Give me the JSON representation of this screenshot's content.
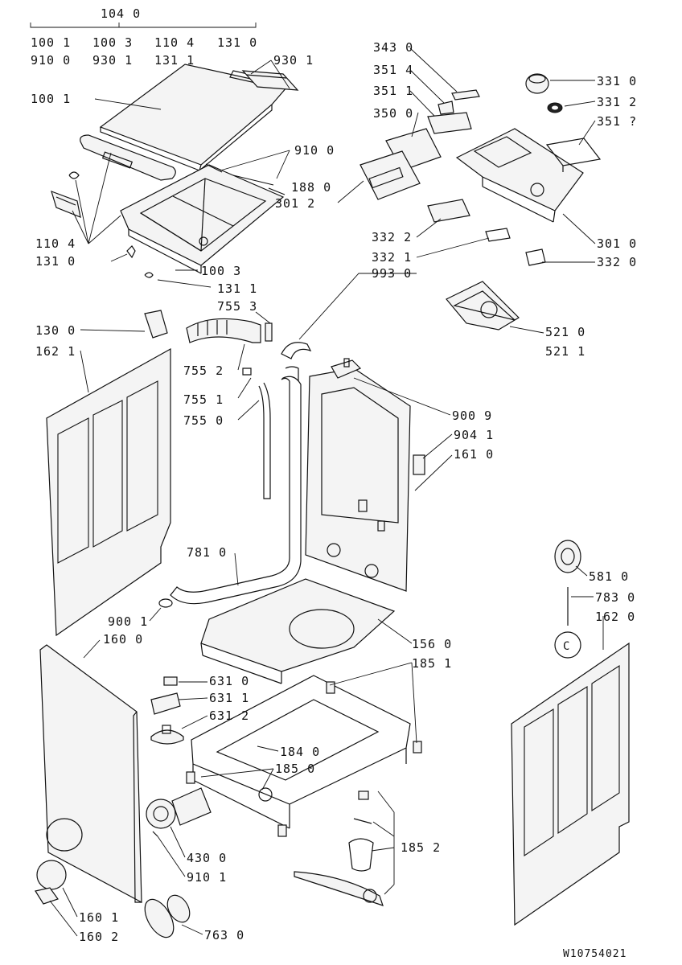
{
  "labels": [
    {
      "id": "l1040",
      "text": "104 0"
    },
    {
      "id": "l1001a",
      "text": "100 1"
    },
    {
      "id": "l1003a",
      "text": "100 3"
    },
    {
      "id": "l1104a",
      "text": "110 4"
    },
    {
      "id": "l1310a",
      "text": "131 0"
    },
    {
      "id": "l9100a",
      "text": "910 0"
    },
    {
      "id": "l9301a",
      "text": "930 1"
    },
    {
      "id": "l1311a",
      "text": "131 1"
    },
    {
      "id": "l9301b",
      "text": "930 1"
    },
    {
      "id": "l1001b",
      "text": "100 1"
    },
    {
      "id": "l9100b",
      "text": "910 0"
    },
    {
      "id": "l1880",
      "text": "188 0"
    },
    {
      "id": "l3012a",
      "text": "301 2"
    },
    {
      "id": "l1104b",
      "text": "110 4"
    },
    {
      "id": "l1310b",
      "text": "131 0"
    },
    {
      "id": "l1003b",
      "text": "100 3"
    },
    {
      "id": "l1311b",
      "text": "131 1"
    },
    {
      "id": "l7553",
      "text": "755 3"
    },
    {
      "id": "l3430",
      "text": "343 0"
    },
    {
      "id": "l3514",
      "text": "351 4"
    },
    {
      "id": "l3511",
      "text": "351 1"
    },
    {
      "id": "l3500",
      "text": "350 0"
    },
    {
      "id": "l3310",
      "text": "331 0"
    },
    {
      "id": "l3312",
      "text": "331 2"
    },
    {
      "id": "l351q",
      "text": "351 ?"
    },
    {
      "id": "l3322",
      "text": "332 2"
    },
    {
      "id": "l3321",
      "text": "332 1"
    },
    {
      "id": "l3010",
      "text": "301 0"
    },
    {
      "id": "l3320",
      "text": "332 0"
    },
    {
      "id": "l9930",
      "text": "993 0"
    },
    {
      "id": "l5210",
      "text": "521 0"
    },
    {
      "id": "l5211",
      "text": "521 1"
    },
    {
      "id": "l1300",
      "text": "130 0"
    },
    {
      "id": "l1621",
      "text": "162 1"
    },
    {
      "id": "l7552",
      "text": "755 2"
    },
    {
      "id": "l7551",
      "text": "755 1"
    },
    {
      "id": "l7550",
      "text": "755 0"
    },
    {
      "id": "l9009",
      "text": "900 9"
    },
    {
      "id": "l9041",
      "text": "904 1"
    },
    {
      "id": "l1610",
      "text": "161 0"
    },
    {
      "id": "l7810",
      "text": "781 0"
    },
    {
      "id": "l5810",
      "text": "581 0"
    },
    {
      "id": "l9001",
      "text": "900 1"
    },
    {
      "id": "l7830",
      "text": "783 0"
    },
    {
      "id": "l1620",
      "text": "162 0"
    },
    {
      "id": "l1600",
      "text": "160 0"
    },
    {
      "id": "l1560",
      "text": "156 0"
    },
    {
      "id": "l1851",
      "text": "185 1"
    },
    {
      "id": "l6310",
      "text": "631 0"
    },
    {
      "id": "l6311",
      "text": "631 1"
    },
    {
      "id": "l6312",
      "text": "631 2"
    },
    {
      "id": "l1840",
      "text": "184 0"
    },
    {
      "id": "l1850",
      "text": "185 0"
    },
    {
      "id": "l1852",
      "text": "185 2"
    },
    {
      "id": "l4300",
      "text": "430 0"
    },
    {
      "id": "l9101",
      "text": "910 1"
    },
    {
      "id": "l1601",
      "text": "160 1"
    },
    {
      "id": "l1602",
      "text": "160 2"
    },
    {
      "id": "l7630",
      "text": "763 0"
    }
  ],
  "drawing_code": "W10754021",
  "marker": "C"
}
